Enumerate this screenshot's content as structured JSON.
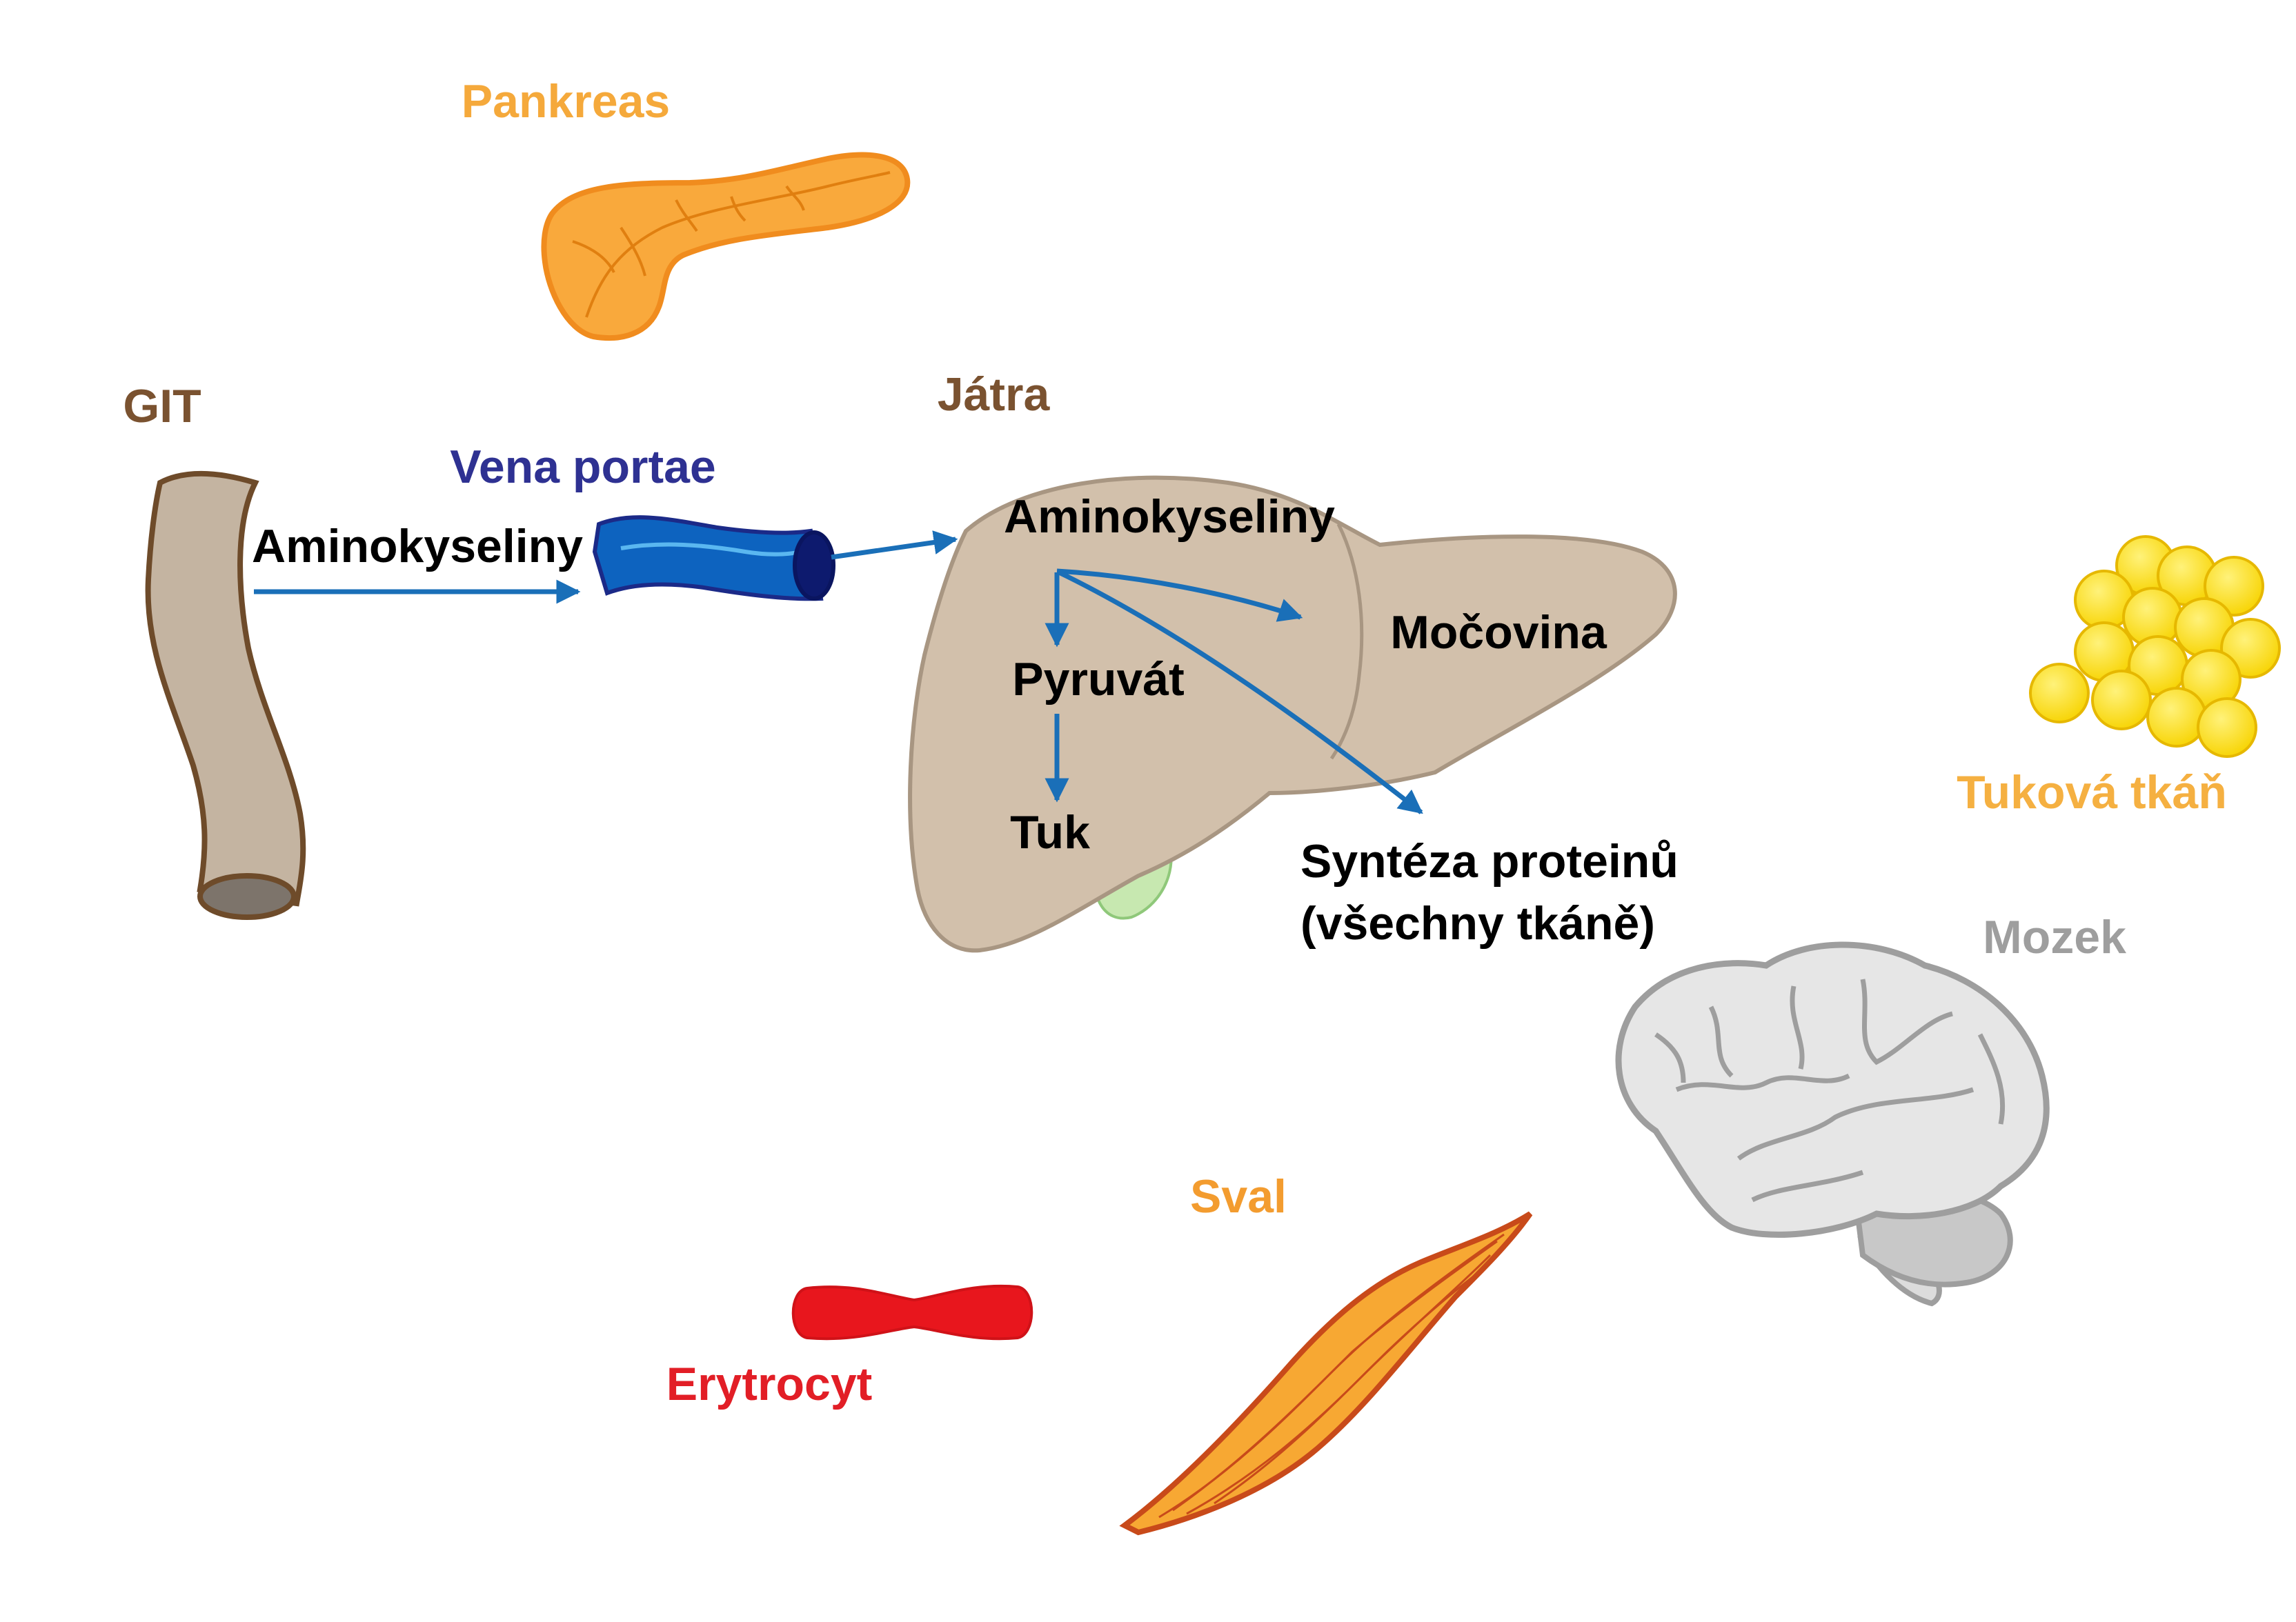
{
  "labels": {
    "pankreas": "Pankreas",
    "git": "GIT",
    "vena_portae": "Vena portae",
    "jatra": "Játra",
    "tukova_tkan": "Tuková tkáň",
    "mozek": "Mozek",
    "sval": "Sval",
    "erytrocyt": "Erytrocyt"
  },
  "flow": {
    "aminokyseliny_git": "Aminokyseliny",
    "aminokyseliny_jatra": "Aminokyseliny",
    "mocovina": "Močovina",
    "pyruvat": "Pyruvát",
    "tuk": "Tuk",
    "synteza_line1": "Syntéza proteinů",
    "synteza_line2": "(všechny tkáně)"
  },
  "colors": {
    "pankreas": "#f5a93b",
    "git": "#7a5230",
    "vena_portae": "#2e3192",
    "jatra": "#7a5230",
    "tukova_tkan": "#f5b041",
    "mozek": "#9e9e9e",
    "sval": "#f39c2f",
    "erytrocyt": "#e21e26",
    "arrow": "#1a6fb8"
  },
  "icons": [
    "pancreas-icon",
    "intestine-icon",
    "portal-vein-icon",
    "liver-icon",
    "gallbladder-icon",
    "fat-cells-icon",
    "brain-icon",
    "muscle-icon",
    "erythrocyte-icon"
  ]
}
